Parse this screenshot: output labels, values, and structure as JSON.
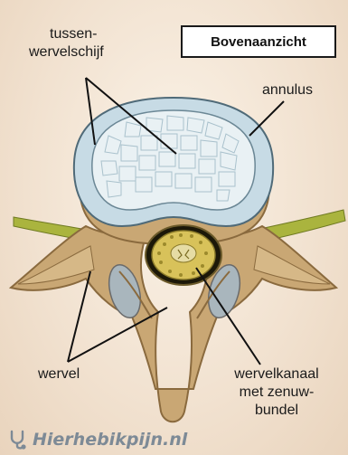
{
  "diagram": {
    "title": "Bovenaanzicht",
    "labels": {
      "disc_line1": "tussen-",
      "disc_line2": "wervelschijf",
      "annulus": "annulus",
      "vertebra": "wervel",
      "canal_line1": "wervelkanaal",
      "canal_line2": "met zenuw-",
      "canal_line3": "bundel"
    },
    "watermark": "Hierhebikpijn.nl",
    "colors": {
      "bone": "#c9a774",
      "bone_dark": "#8a6a3e",
      "disc_ring": "#c7dbe5",
      "disc_core": "#e9f1f4",
      "nerve": "#b5bf46",
      "label_line": "#111111"
    },
    "icons": [
      "stethoscope-icon"
    ]
  }
}
